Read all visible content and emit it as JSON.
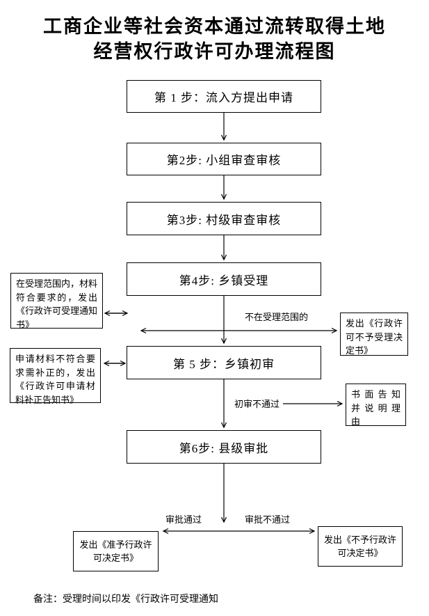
{
  "title": {
    "line1": "工商企业等社会资本通过流转取得土地",
    "line2": "经营权行政许可办理流程图"
  },
  "steps": [
    {
      "label": "第 1 步：流入方提出申请"
    },
    {
      "label": "第2步: 小组审查审核"
    },
    {
      "label": "第3步: 村级审查审核"
    },
    {
      "label": "第4步: 乡镇受理"
    },
    {
      "label": "第 5 步：乡镇初审"
    },
    {
      "label": "第6步: 县级审批"
    }
  ],
  "side_boxes": {
    "acceptance_notice": "在受理范围内，材料符合要求的，发出《行政许可受理通知书》",
    "non_acceptance_decision": "发出《行政许可不予受理决定书》",
    "correction_notice": "申请材料不符合要求需补正的，发出《行政许可申请材料补正告知书》",
    "written_notice": "书 面 告 知 并 说 明 理 由",
    "approval_decision": "发出《准予行政许可决定书》",
    "denial_decision": "发出《不予行政许可决定书》"
  },
  "edge_labels": {
    "not_in_scope": "不在受理范围的",
    "preliminary_fail": "初审不通过",
    "approval_pass": "审批通过",
    "approval_fail": "审批不通过"
  },
  "note": "备注：受理时间以印发《行政许可受理通知",
  "colors": {
    "text": "#000000",
    "background": "#ffffff",
    "border": "#000000"
  }
}
